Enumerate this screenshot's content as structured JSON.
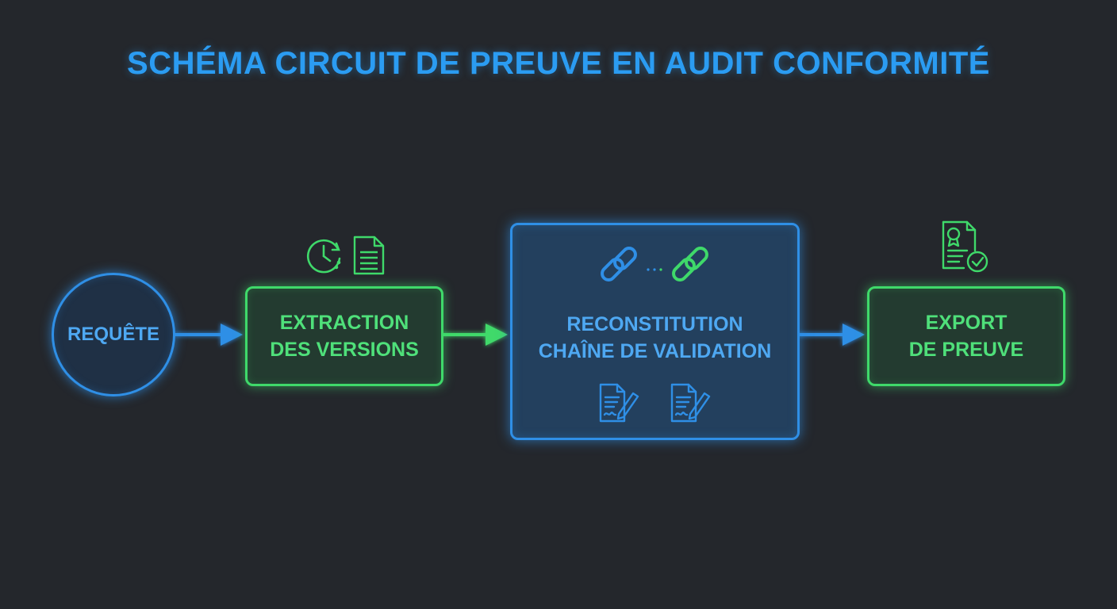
{
  "title": "SCHÉMA CIRCUIT DE PREUVE EN AUDIT CONFORMITÉ",
  "colors": {
    "background": "#24272c",
    "blue": "#2f8fe6",
    "green": "#3fd96a"
  },
  "nodes": {
    "request": {
      "label": "REQUÊTE"
    },
    "extraction": {
      "line1": "EXTRACTION",
      "line2": "DES VERSIONS"
    },
    "reconstitution": {
      "line1": "RECONSTITUTION",
      "line2": "CHAÎNE DE VALIDATION"
    },
    "export": {
      "line1": "EXPORT",
      "line2": "DE PREUVE"
    }
  },
  "icons": [
    "clock-history-icon",
    "document-icon",
    "chain-link-icon",
    "signed-document-icon",
    "certificate-check-icon"
  ]
}
